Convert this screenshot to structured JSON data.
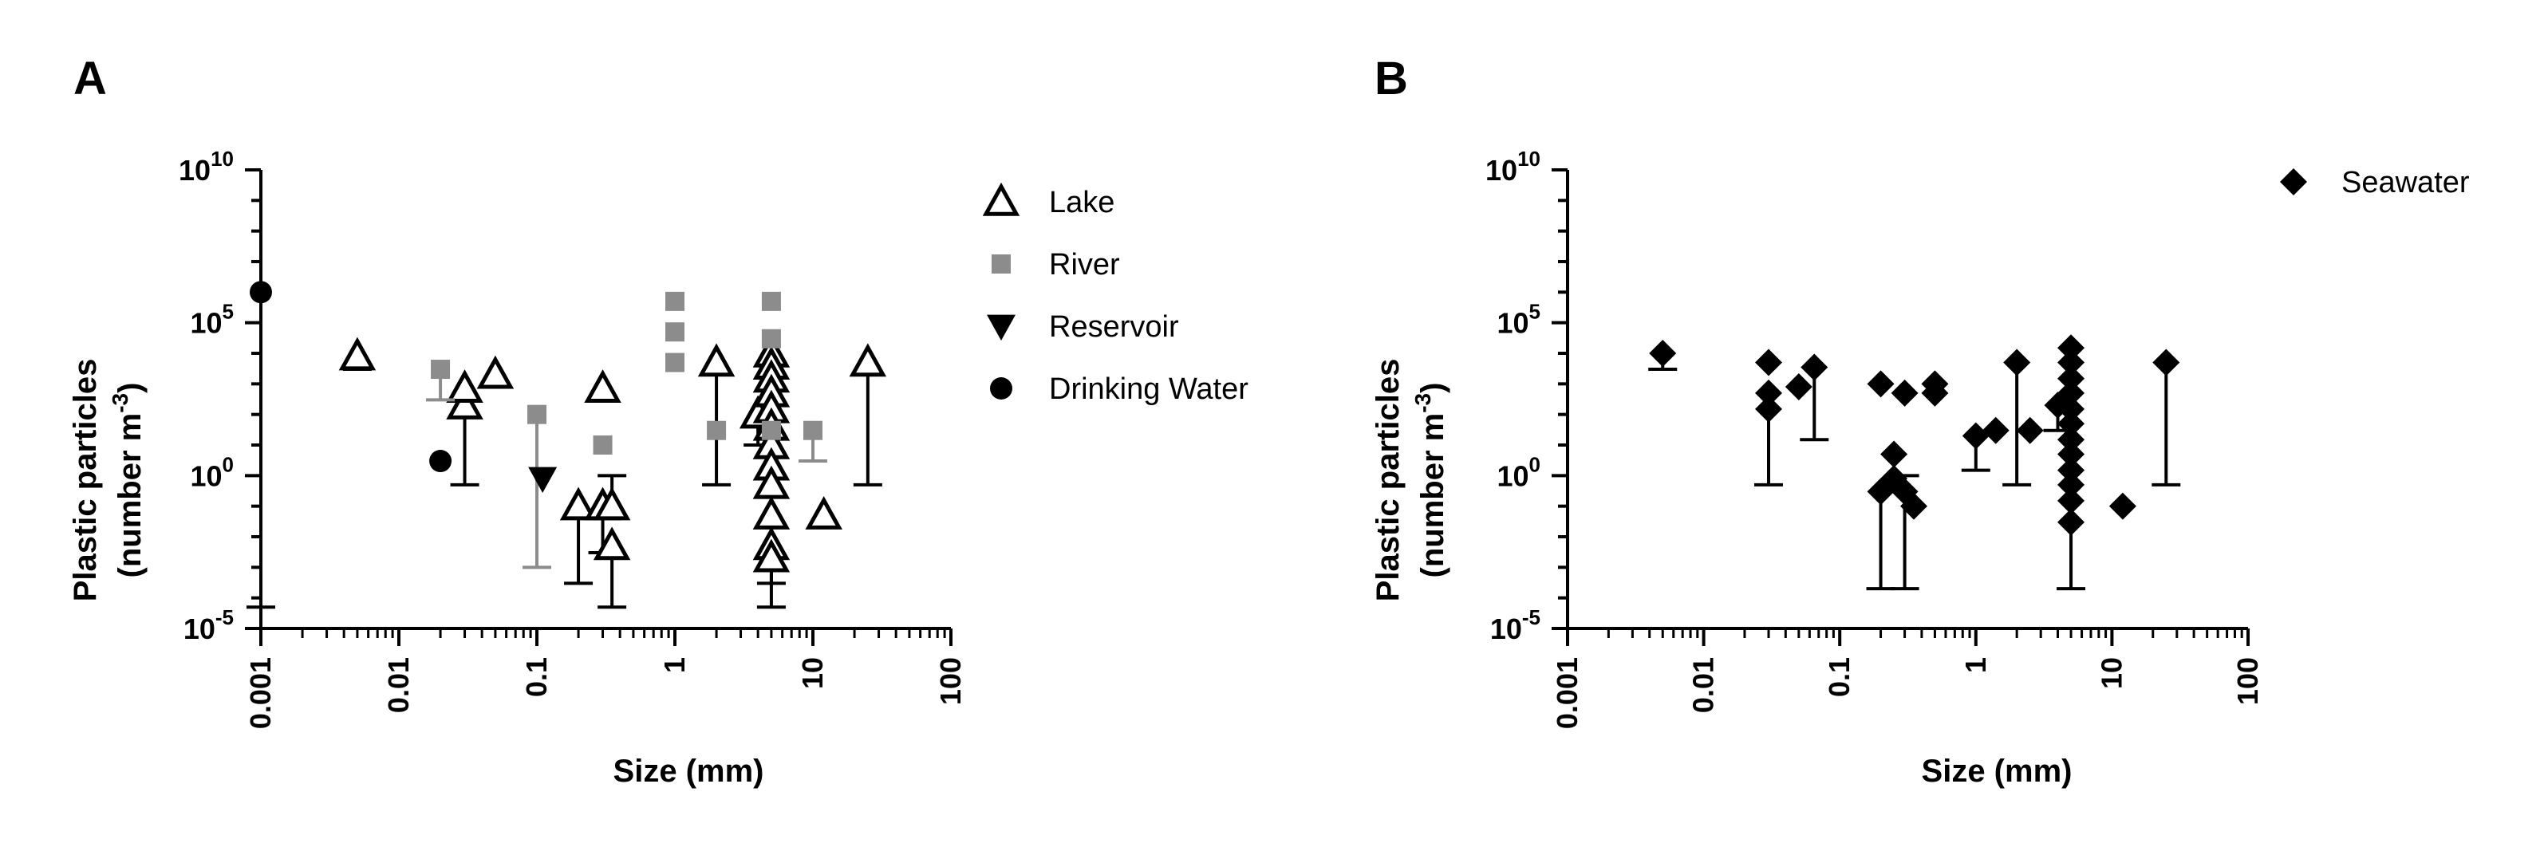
{
  "chart_data": [
    {
      "panel": "A",
      "type": "scatter",
      "xlabel": "Size (mm)",
      "ylabel": [
        "Plastic particles",
        "(number m",
        "-3",
        ")"
      ],
      "xscale": "log",
      "yscale": "log",
      "xlim": [
        0.001,
        100
      ],
      "ylim": [
        1e-05,
        10000000000
      ],
      "xticks": [
        "0.001",
        "0.01",
        "0.1",
        "1",
        "10",
        "100"
      ],
      "yticks": [
        {
          "base": "10",
          "exp": "-5"
        },
        {
          "base": "10",
          "exp": "0"
        },
        {
          "base": "10",
          "exp": "5"
        },
        {
          "base": "10",
          "exp": "10"
        }
      ],
      "legend_position": "right",
      "series": [
        {
          "name": "Lake",
          "marker": "triangle-up-open",
          "color": "#000000",
          "points": [
            {
              "x": 0.005,
              "y": 8000,
              "err_low": 3000,
              "err_high": null
            },
            {
              "x": 0.03,
              "y": 200,
              "err_low": 0.5,
              "err_high": null
            },
            {
              "x": 0.03,
              "y": 700,
              "err_low": null,
              "err_high": null
            },
            {
              "x": 0.05,
              "y": 2000,
              "err_low": null,
              "err_high": null
            },
            {
              "x": 0.2,
              "y": 0.1,
              "err_low": 0.0003,
              "err_high": null
            },
            {
              "x": 0.3,
              "y": 700,
              "err_low": null,
              "err_high": null
            },
            {
              "x": 0.3,
              "y": 0.1,
              "err_low": 0.003,
              "err_high": null
            },
            {
              "x": 0.35,
              "y": 0.1,
              "err_low": null,
              "err_high": 1
            },
            {
              "x": 0.35,
              "y": 0.005,
              "err_low": 5e-05,
              "err_high": null
            },
            {
              "x": 2,
              "y": 5000,
              "err_low": 0.5,
              "err_high": null
            },
            {
              "x": 4,
              "y": 100,
              "err_low": 10,
              "err_high": null
            },
            {
              "x": 5,
              "y": 10000,
              "err_low": null,
              "err_high": null
            },
            {
              "x": 5,
              "y": 4000,
              "err_low": null,
              "err_high": null
            },
            {
              "x": 5,
              "y": 1500,
              "err_low": null,
              "err_high": null
            },
            {
              "x": 5,
              "y": 500,
              "err_low": null,
              "err_high": null
            },
            {
              "x": 5,
              "y": 150,
              "err_low": null,
              "err_high": null
            },
            {
              "x": 5,
              "y": 40,
              "err_low": null,
              "err_high": null
            },
            {
              "x": 5,
              "y": 10,
              "err_low": null,
              "err_high": null
            },
            {
              "x": 5,
              "y": 2,
              "err_low": null,
              "err_high": null
            },
            {
              "x": 5,
              "y": 0.5,
              "err_low": null,
              "err_high": null
            },
            {
              "x": 5,
              "y": 0.05,
              "err_low": 5e-05,
              "err_high": null
            },
            {
              "x": 5,
              "y": 0.005,
              "err_low": null,
              "err_high": null
            },
            {
              "x": 5,
              "y": 0.002,
              "err_low": 0.0003,
              "err_high": null
            },
            {
              "x": 12,
              "y": 0.05,
              "err_low": null,
              "err_high": null
            },
            {
              "x": 25,
              "y": 5000,
              "err_low": 0.5,
              "err_high": null
            }
          ]
        },
        {
          "name": "River",
          "marker": "square",
          "color": "#8c8c8c",
          "points": [
            {
              "x": 0.02,
              "y": 3000,
              "err_low": 300,
              "err_high": null
            },
            {
              "x": 0.1,
              "y": 100,
              "err_low": 0.001,
              "err_high": null
            },
            {
              "x": 0.3,
              "y": 10,
              "err_low": null,
              "err_high": null
            },
            {
              "x": 1,
              "y": 500000,
              "err_low": null,
              "err_high": null
            },
            {
              "x": 1,
              "y": 50000,
              "err_low": null,
              "err_high": null
            },
            {
              "x": 1,
              "y": 5000,
              "err_low": null,
              "err_high": null
            },
            {
              "x": 2,
              "y": 30,
              "err_low": null,
              "err_high": null
            },
            {
              "x": 5,
              "y": 500000,
              "err_low": null,
              "err_high": null
            },
            {
              "x": 5,
              "y": 30000,
              "err_low": null,
              "err_high": null
            },
            {
              "x": 5,
              "y": 30,
              "err_low": null,
              "err_high": null
            },
            {
              "x": 10,
              "y": 30,
              "err_low": 3,
              "err_high": null
            }
          ]
        },
        {
          "name": "Reservoir",
          "marker": "triangle-down",
          "color": "#000000",
          "points": [
            {
              "x": 0.11,
              "y": 0.8,
              "err_low": null,
              "err_high": null
            }
          ]
        },
        {
          "name": "Drinking Water",
          "marker": "circle",
          "color": "#000000",
          "points": [
            {
              "x": 0.001,
              "y": 1000000,
              "err_low": 5e-05,
              "err_high": null
            },
            {
              "x": 0.02,
              "y": 3,
              "err_low": null,
              "err_high": null
            }
          ]
        }
      ]
    },
    {
      "panel": "B",
      "type": "scatter",
      "xlabel": "Size (mm)",
      "ylabel": [
        "Plastic particles",
        "(number m",
        "-3",
        ")"
      ],
      "xscale": "log",
      "yscale": "log",
      "xlim": [
        0.001,
        100
      ],
      "ylim": [
        1e-05,
        10000000000
      ],
      "xticks": [
        "0.001",
        "0.01",
        "0.1",
        "1",
        "10",
        "100"
      ],
      "yticks": [
        {
          "base": "10",
          "exp": "-5"
        },
        {
          "base": "10",
          "exp": "0"
        },
        {
          "base": "10",
          "exp": "5"
        },
        {
          "base": "10",
          "exp": "10"
        }
      ],
      "legend_position": "top-right",
      "series": [
        {
          "name": "Seawater",
          "marker": "diamond",
          "color": "#000000",
          "points": [
            {
              "x": 0.005,
              "y": 10000,
              "err_low": 3000,
              "err_high": null
            },
            {
              "x": 0.03,
              "y": 5000,
              "err_low": null,
              "err_high": null
            },
            {
              "x": 0.03,
              "y": 500,
              "err_low": null,
              "err_high": null
            },
            {
              "x": 0.03,
              "y": 150,
              "err_low": 0.5,
              "err_high": null
            },
            {
              "x": 0.05,
              "y": 800,
              "err_low": null,
              "err_high": null
            },
            {
              "x": 0.065,
              "y": 3500,
              "err_low": 15,
              "err_high": null
            },
            {
              "x": 0.2,
              "y": 1000,
              "err_low": null,
              "err_high": null
            },
            {
              "x": 0.2,
              "y": 0.3,
              "err_low": 0.0002,
              "err_high": null
            },
            {
              "x": 0.25,
              "y": 5,
              "err_low": null,
              "err_high": null
            },
            {
              "x": 0.25,
              "y": 0.8,
              "err_low": null,
              "err_high": null
            },
            {
              "x": 0.3,
              "y": 500,
              "err_low": null,
              "err_high": null
            },
            {
              "x": 0.3,
              "y": 0.3,
              "err_low": 0.0002,
              "err_high": 1
            },
            {
              "x": 0.35,
              "y": 0.1,
              "err_low": null,
              "err_high": null
            },
            {
              "x": 0.5,
              "y": 1000,
              "err_low": null,
              "err_high": null
            },
            {
              "x": 0.5,
              "y": 500,
              "err_low": null,
              "err_high": null
            },
            {
              "x": 1,
              "y": 20,
              "err_low": 1.5,
              "err_high": null
            },
            {
              "x": 1.4,
              "y": 30,
              "err_low": null,
              "err_high": null
            },
            {
              "x": 2,
              "y": 5000,
              "err_low": 0.5,
              "err_high": null
            },
            {
              "x": 2.5,
              "y": 30,
              "err_low": null,
              "err_high": null
            },
            {
              "x": 4,
              "y": 200,
              "err_low": 30,
              "err_high": null
            },
            {
              "x": 5,
              "y": 15000,
              "err_low": null,
              "err_high": null
            },
            {
              "x": 5,
              "y": 5000,
              "err_low": null,
              "err_high": null
            },
            {
              "x": 5,
              "y": 1500,
              "err_low": null,
              "err_high": null
            },
            {
              "x": 5,
              "y": 500,
              "err_low": null,
              "err_high": null
            },
            {
              "x": 5,
              "y": 150,
              "err_low": null,
              "err_high": null
            },
            {
              "x": 5,
              "y": 50,
              "err_low": null,
              "err_high": null
            },
            {
              "x": 5,
              "y": 15,
              "err_low": null,
              "err_high": null
            },
            {
              "x": 5,
              "y": 5,
              "err_low": null,
              "err_high": null
            },
            {
              "x": 5,
              "y": 1.5,
              "err_low": null,
              "err_high": null
            },
            {
              "x": 5,
              "y": 0.5,
              "err_low": null,
              "err_high": null
            },
            {
              "x": 5,
              "y": 0.15,
              "err_low": null,
              "err_high": null
            },
            {
              "x": 5,
              "y": 0.03,
              "err_low": 0.0002,
              "err_high": null
            },
            {
              "x": 12,
              "y": 0.1,
              "err_low": null,
              "err_high": null
            },
            {
              "x": 25,
              "y": 5000,
              "err_low": 0.5,
              "err_high": null
            }
          ]
        }
      ]
    }
  ]
}
